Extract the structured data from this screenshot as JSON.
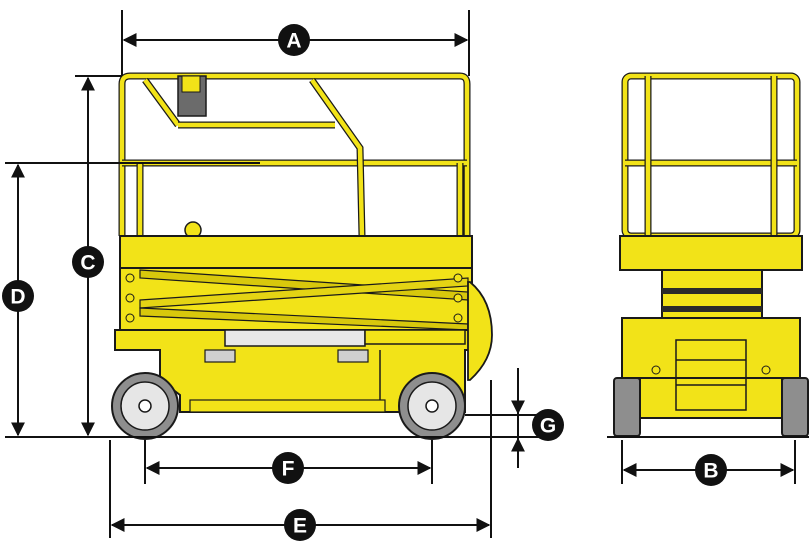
{
  "colors": {
    "machine_yellow": "#f2e318",
    "machine_shadow": "#d8c80c",
    "dimension_line": "#111111",
    "label_badge": "#111111",
    "label_text": "#ffffff",
    "tire": "#8e8e8e",
    "hub": "#e6e6e6"
  },
  "dimensions": {
    "A": "A",
    "B": "B",
    "C": "C",
    "D": "D",
    "E": "E",
    "F": "F",
    "G": "G"
  }
}
